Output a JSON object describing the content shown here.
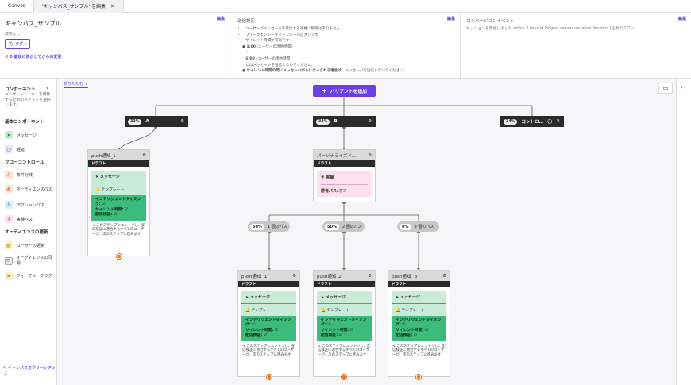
{
  "tabs": [
    {
      "label": "Canvas"
    },
    {
      "label": "'キャンバス_サンプル' を編集",
      "close": "✕"
    }
  ],
  "info": {
    "canvas_name": "キャンバス_サンプル",
    "desc": "説明なし",
    "tag": "タグ",
    "changes": "最後に表示してからの変更",
    "edit": "編集",
    "send_title": "送信設定",
    "send_items": [
      "ユーザーがメッセージを受信する適格に制限はありません。",
      "フリークエンシーキャップルールはオンです",
      "サイレント時間が有効です"
    ],
    "quiet_start": "1:00",
    "quiet_start_note": "(ユーザーの現地時間)",
    "tilde": "～",
    "quiet_end": "6:00",
    "quiet_end_note": "(ユーザーの現地時間)",
    "quiet_note": "にはメッセージを送信しないでください。",
    "quiet_trigger": "サイレント時間の間にメッセージがトリガーされる場合は、",
    "quiet_trigger2": "メッセージを送信しないでください。",
    "conv_title": "コンバージョンイベント",
    "conv_desc": "セッションを開始しました within 3 days of longest canvas variation duration (任意のアプリ)"
  },
  "sidebar": {
    "title": "コンポーネント",
    "desc": "ユーザージャーニーを構築するためのステップを選択します。",
    "sections": [
      {
        "title": "基本コンポーネント",
        "items": [
          "メッセージ",
          "遅延"
        ]
      },
      {
        "title": "フローコントロール",
        "items": [
          "条件分岐",
          "オーディエンスパス",
          "アクションパス",
          "実験パス"
        ]
      },
      {
        "title": "オーディエンスの更新",
        "items": [
          "ユーザーの更新",
          "オーディエンスの同期",
          "フィーチャーフラグ"
        ]
      }
    ],
    "cleanup": "キャンバスをクリーンアップ"
  },
  "canvas": {
    "collapse": "折りたたむ",
    "add_variant": "バリアントを追加",
    "variants": [
      {
        "pct": "33%",
        "name": "A"
      },
      {
        "pct": "33%",
        "name": "B"
      },
      {
        "pct": "34%",
        "name": "コントロ…"
      }
    ],
    "cards": {
      "push1": {
        "title": "push通知_1"
      },
      "personal": {
        "title": "パーソナライズド…"
      },
      "push_1": {
        "title": "push通知 _1"
      },
      "push_2": {
        "title": "push通知_2"
      },
      "push_3": {
        "title": "push通知 _3"
      }
    },
    "draft": "ドラフト",
    "message": "メッセージ",
    "template": "テンプレート",
    "intelligent": "インテリジェントタイミング:",
    "silent": "サイレント時間:",
    "delivery": "配信検証:",
    "note": "このステップにエントリし、配信検証に適合するすべてのユーザーが、次のステップに進みます",
    "experiment": "実験",
    "winner": "勝者パス:",
    "winner_val": "オフ",
    "paths": [
      {
        "pct": "50%",
        "name": "1 個のパス"
      },
      {
        "pct": "50%",
        "name": "2 個のパス"
      },
      {
        "pct": "0%",
        "name": "3 個のパス"
      }
    ]
  },
  "colors": {
    "accent": "#6b3fe6",
    "message": "#c8ecd8",
    "message_dark": "#3cbc7a",
    "experiment": "#fde0ef",
    "dot": "#f07019"
  }
}
